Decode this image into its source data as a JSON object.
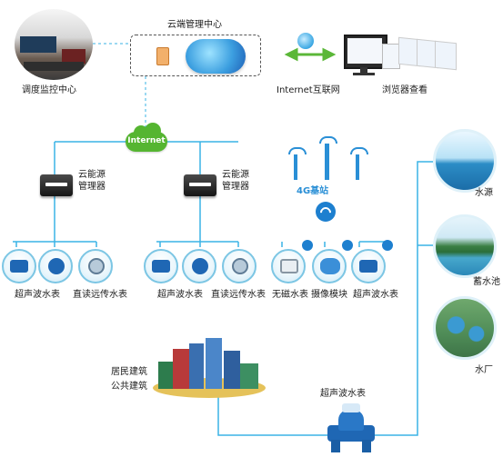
{
  "center": {
    "dispatch_label": "调度监控中心",
    "cloud_label": "云端管理中心",
    "internet_link_label": "Internet互联网",
    "browser_label": "浏览器查看",
    "internet_cloud_label": "Internet"
  },
  "managers": [
    {
      "line1": "云能源",
      "line2": "管理器"
    },
    {
      "line1": "云能源",
      "line2": "管理器"
    }
  ],
  "base_station": {
    "label": "4G基站"
  },
  "meters_left": [
    "超声波水表",
    "直读远传水表"
  ],
  "meters_mid": [
    "超声波水表",
    "直读远传水表",
    "无磁水表",
    "摄像模块",
    "超声波水表"
  ],
  "water_chain": {
    "source": "水源",
    "reservoir": "蓄水池",
    "plant": "水厂"
  },
  "buildings": {
    "residential": "居民建筑",
    "public": "公共建筑"
  },
  "main_meter": {
    "label": "超声波水表"
  },
  "colors": {
    "accent": "#27a9dd",
    "wire": "#3ab3e6",
    "internet": "#55b531",
    "meter_blue": "#1f67b4"
  }
}
